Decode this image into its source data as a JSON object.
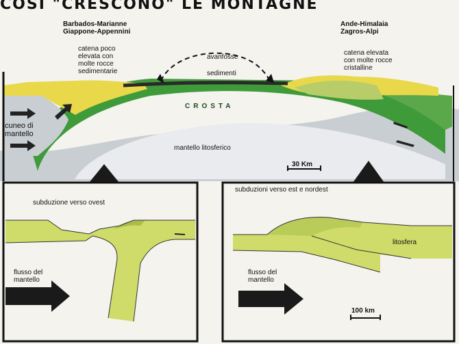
{
  "title": "COSÌ \"CRESCONO\" LE MONTAGNE",
  "top_panel": {
    "left_examples": "Barbados-Marianne\nGiappone-Appennini",
    "right_examples": "Ande-Himalaia\nZagros-Alpi",
    "left_chain": "catena poco\nelevata con\nmolte rocce\nsedimentarie",
    "right_chain": "catena elevata\ncon molte rocce\ncristalline",
    "foredeep": "avanfosse",
    "sediments": "sedimenti",
    "crust": "CROSTA",
    "mantle_wedge": "cuneo di\nmantello",
    "lithospheric_mantle": "mantello litosferico",
    "scale": "30 Km"
  },
  "bottom_left": {
    "title": "subduzione verso ovest",
    "flow": "flusso del\nmantello"
  },
  "bottom_right": {
    "title": "subduzioni verso est e nordest",
    "lithosphere": "litosfera",
    "flow": "flusso del\nmantello",
    "scale": "100 km"
  },
  "colors": {
    "crust_green": "#3f9a3a",
    "yellow": "#e8d84a",
    "pale_green": "#cfdc6a",
    "mantle_grey": "#c9ced3",
    "arrow_black": "#1a1a1a"
  }
}
